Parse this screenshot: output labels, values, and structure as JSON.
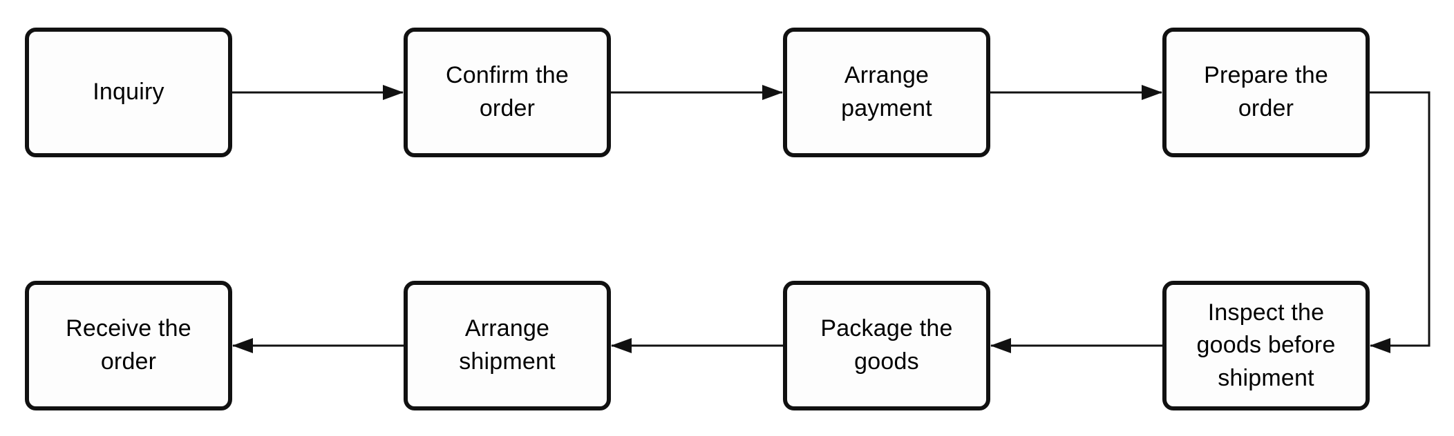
{
  "diagram": {
    "type": "flowchart",
    "background_color": "#ffffff",
    "node_fill_color": "#fdfdfd",
    "node_border_color": "#111111",
    "arrow_color": "#111111",
    "text_color": "#000000",
    "nodes": [
      {
        "id": "inquiry",
        "label": "Inquiry"
      },
      {
        "id": "confirm-the-order",
        "label": "Confirm the order"
      },
      {
        "id": "arrange-payment",
        "label": "Arrange payment"
      },
      {
        "id": "prepare-the-order",
        "label": "Prepare the order"
      },
      {
        "id": "inspect-the-goods-before-shipment",
        "label": "Inspect the goods before shipment"
      },
      {
        "id": "package-the-goods",
        "label": "Package the goods"
      },
      {
        "id": "arrange-shipment",
        "label": "Arrange shipment"
      },
      {
        "id": "receive-the-order",
        "label": "Receive the order"
      }
    ],
    "edges": [
      {
        "from": "inquiry",
        "to": "confirm-the-order"
      },
      {
        "from": "confirm-the-order",
        "to": "arrange-payment"
      },
      {
        "from": "arrange-payment",
        "to": "prepare-the-order"
      },
      {
        "from": "prepare-the-order",
        "to": "inspect-the-goods-before-shipment"
      },
      {
        "from": "inspect-the-goods-before-shipment",
        "to": "package-the-goods"
      },
      {
        "from": "package-the-goods",
        "to": "arrange-shipment"
      },
      {
        "from": "arrange-shipment",
        "to": "receive-the-order"
      }
    ]
  }
}
